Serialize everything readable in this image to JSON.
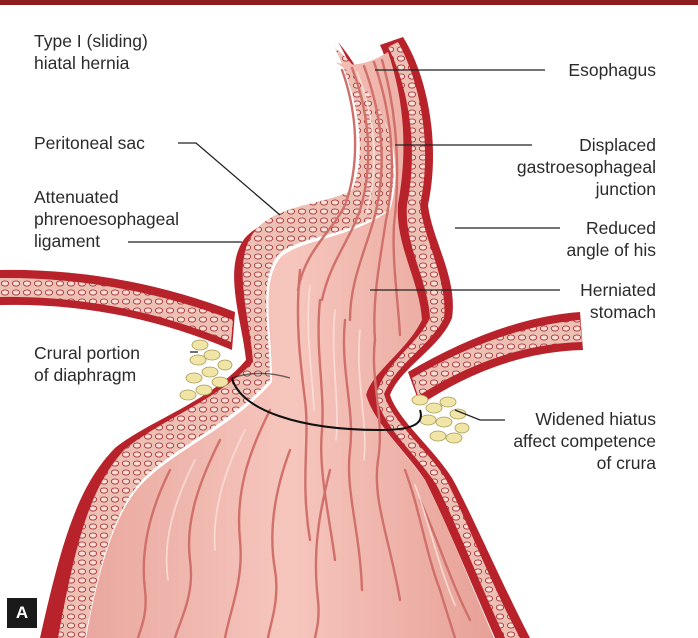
{
  "title": [
    "Type I (sliding)",
    "hiatal hernia"
  ],
  "labels": {
    "peritoneal_sac": "Peritoneal sac",
    "phrenoesophageal": [
      "Attenuated",
      "phrenoesophageal",
      "ligament"
    ],
    "crural": [
      "Crural portion",
      "of diaphragm"
    ],
    "esophagus": "Esophagus",
    "ge_junction": [
      "Displaced",
      "gastroesophageal",
      "junction"
    ],
    "angle_his": [
      "Reduced",
      "angle of his"
    ],
    "herniated": [
      "Herniated",
      "stomach"
    ],
    "hiatus": [
      "Widened hiatus",
      "affect competence",
      "of crura"
    ]
  },
  "panel_letter": "A",
  "colors": {
    "accent_bar": "#8c1d1d",
    "wall": "#b8222b",
    "wall_dark": "#8e1a20",
    "serosa": "#ecc1b4",
    "mucosa": "#f2b8ae",
    "fold": "#d0706a",
    "fat": "#f0e4a6"
  }
}
